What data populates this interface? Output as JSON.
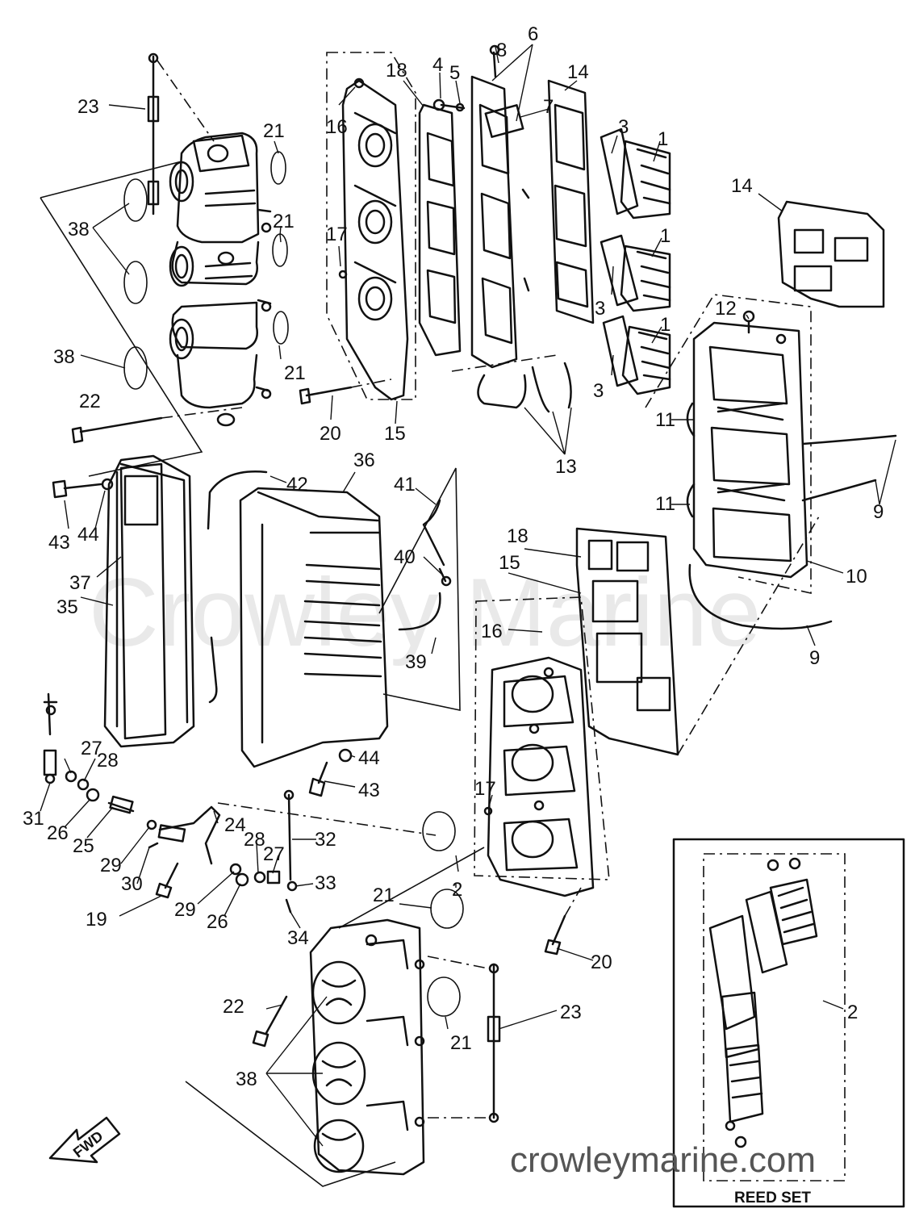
{
  "watermark": "Crowley Marine",
  "website": "crowleymarine.com",
  "reed_set_label": "REED SET",
  "fwd_label": "FWD",
  "callouts": {
    "c1a": "1",
    "c1b": "1",
    "c1c": "1",
    "c2a": "2",
    "c2b": "2",
    "c3a": "3",
    "c3b": "3",
    "c3c": "3",
    "c4": "4",
    "c5": "5",
    "c6": "6",
    "c7": "7",
    "c8": "8",
    "c9a": "9",
    "c9b": "9",
    "c10": "10",
    "c11a": "11",
    "c11b": "11",
    "c12": "12",
    "c13": "13",
    "c14a": "14",
    "c14b": "14",
    "c15a": "15",
    "c15b": "15",
    "c16a": "16",
    "c16b": "16",
    "c17a": "17",
    "c17b": "17",
    "c18a": "18",
    "c18b": "18",
    "c19": "19",
    "c20a": "20",
    "c20b": "20",
    "c21a": "21",
    "c21b": "21",
    "c21c": "21",
    "c21d": "21",
    "c21e": "21",
    "c22a": "22",
    "c22b": "22",
    "c23a": "23",
    "c23b": "23",
    "c24": "24",
    "c25": "25",
    "c26a": "26",
    "c26b": "26",
    "c27a": "27",
    "c27b": "27",
    "c28a": "28",
    "c28b": "28",
    "c29a": "29",
    "c29b": "29",
    "c30": "30",
    "c31": "31",
    "c32": "32",
    "c33": "33",
    "c34": "34",
    "c35": "35",
    "c36": "36",
    "c37": "37",
    "c38a": "38",
    "c38b": "38",
    "c38c": "38",
    "c39": "39",
    "c40": "40",
    "c41": "41",
    "c42": "42",
    "c43a": "43",
    "c43b": "43",
    "c44a": "44",
    "c44b": "44"
  }
}
